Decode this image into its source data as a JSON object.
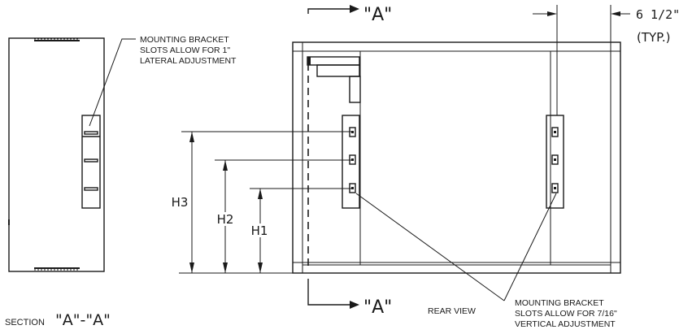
{
  "notes": {
    "lateral_line1": "MOUNTING BRACKET",
    "lateral_line2": "SLOTS ALLOW FOR 1\"",
    "lateral_line3": "LATERAL ADJUSTMENT",
    "vertical_line1": "MOUNTING BRACKET",
    "vertical_line2": "SLOTS ALLOW FOR 7/16\"",
    "vertical_line3": "VERTICAL ADJUSTMENT"
  },
  "section_marker_top": "\"A\"",
  "section_marker_bottom": "\"A\"",
  "dimension_typ_value": "6  1/2\"",
  "dimension_typ_suffix": "(TYP.)",
  "heights": {
    "h1": "H1",
    "h2": "H2",
    "h3": "H3"
  },
  "section_label_prefix": "SECTION",
  "section_label_name": "\"A\"-\"A\"",
  "rear_view_label": "REAR VIEW"
}
